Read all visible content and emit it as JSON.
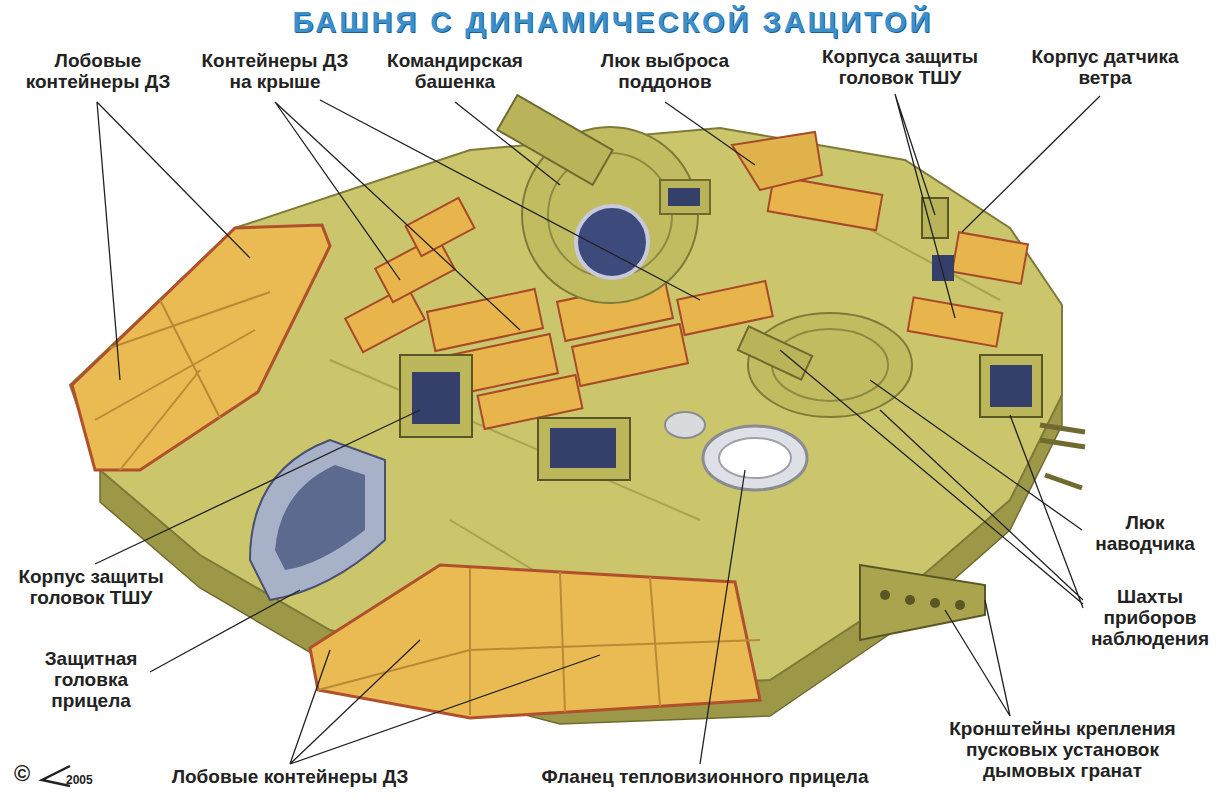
{
  "diagram": {
    "title": "БАШНЯ С ДИНАМИЧЕСКОЙ ЗАЩИТОЙ",
    "labels": [
      "Лобовые контейнеры ДЗ",
      "Контейнеры ДЗ на крыше",
      "Командирская башенка",
      "Люк выброса поддонов",
      "Корпуса защиты головок ТШУ",
      "Корпус датчика ветра",
      "Люк наводчика",
      "Шахты приборов наблюдения",
      "Корпус защиты головок ТШУ",
      "Защитная головка прицела",
      "Кронштейны крепления пусковых установок дымовых гранат",
      "Лобовые контейнеры ДЗ",
      "Фланец тепловизионного прицела",
      "©",
      "2005"
    ]
  }
}
